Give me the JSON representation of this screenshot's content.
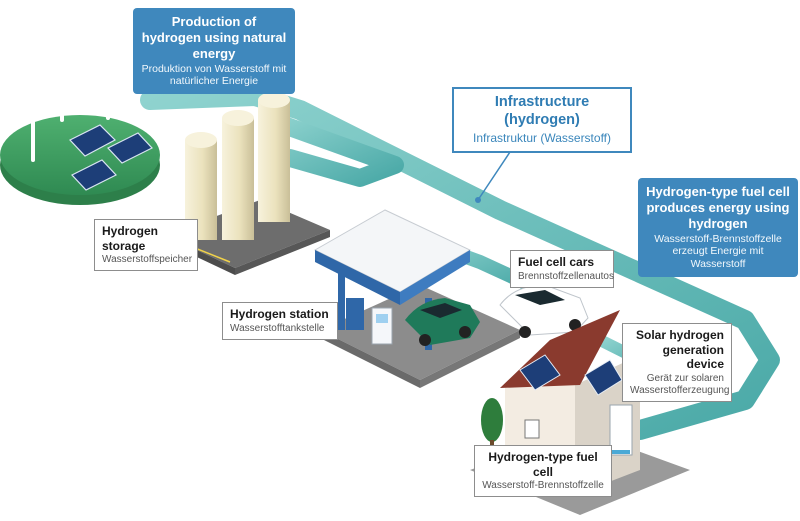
{
  "labels": {
    "production": {
      "en": "Production of hydrogen using natural energy",
      "de": "Produktion von Wasserstoff mit natürlicher Energie"
    },
    "infrastructure": {
      "en": "Infrastructure (hydrogen)",
      "de": "Infrastruktur (Wasserstoff)"
    },
    "fuel_cell_energy": {
      "en": "Hydrogen-type fuel cell produces energy using hydrogen",
      "de": "Wasserstoff-Brennstoffzelle erzeugt Energie mit Wasserstoff"
    },
    "storage": {
      "en": "Hydrogen storage",
      "de": "Wasserstoffspeicher"
    },
    "fuel_cell_cars": {
      "en": "Fuel cell cars",
      "de": "Brennstoffzellenautos"
    },
    "station": {
      "en": "Hydrogen station",
      "de": "Wasserstofftankstelle"
    },
    "solar_device": {
      "en": "Solar hydrogen generation device",
      "de": "Gerät zur solaren Wasserstofferzeugung"
    },
    "home_fuel_cell": {
      "en": "Hydrogen-type fuel cell",
      "de": "Wasserstoff-Brennstoffzelle"
    }
  },
  "colors": {
    "pipeline": "#5db8b6",
    "label_blue": "#3f88bd",
    "grass": "#3a9a5c",
    "tank": "#eee6c4",
    "car_green": "#1f7a5a",
    "roof": "#8a3a2e"
  },
  "icons": [
    "wind-turbine-icon",
    "solar-panel-icon",
    "hydrogen-tank-icon",
    "gas-pump-icon",
    "car-icon",
    "house-icon",
    "tree-icon"
  ]
}
